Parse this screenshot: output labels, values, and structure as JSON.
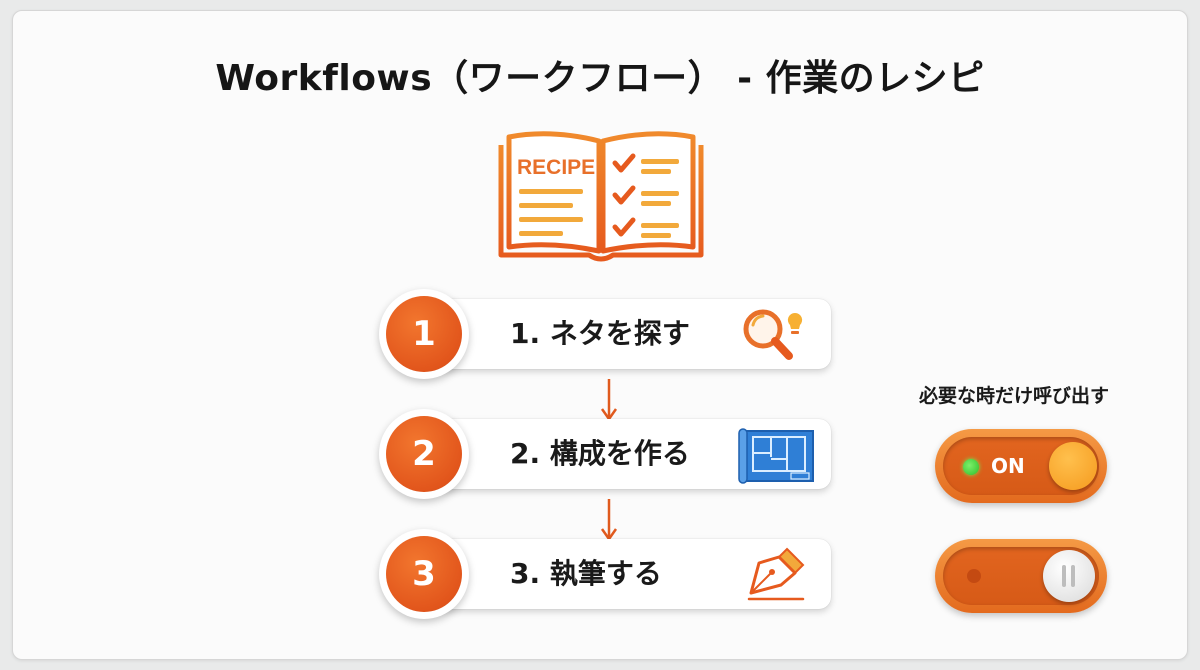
{
  "title": "Workflows（ワークフロー） - 作業のレシピ",
  "book": {
    "icon": "recipe-book-icon",
    "label": "RECIPE",
    "color": "#e8702a",
    "accent": "#f2a93b"
  },
  "steps": [
    {
      "number": "1",
      "label": "1. ネタを探す",
      "icon": "magnifier-lightbulb-icon"
    },
    {
      "number": "2",
      "label": "2. 構成を作る",
      "icon": "blueprint-icon"
    },
    {
      "number": "3",
      "label": "3. 執筆する",
      "icon": "fountain-pen-icon"
    }
  ],
  "side": {
    "caption": "必要な時だけ呼び出す",
    "toggle_on_label": "ON",
    "toggle_off_label": ""
  },
  "colors": {
    "accent": "#e2561c",
    "toggle": "#e36a1e",
    "indicator_on": "#2fbf2a",
    "blueprint": "#2f7fd6"
  }
}
